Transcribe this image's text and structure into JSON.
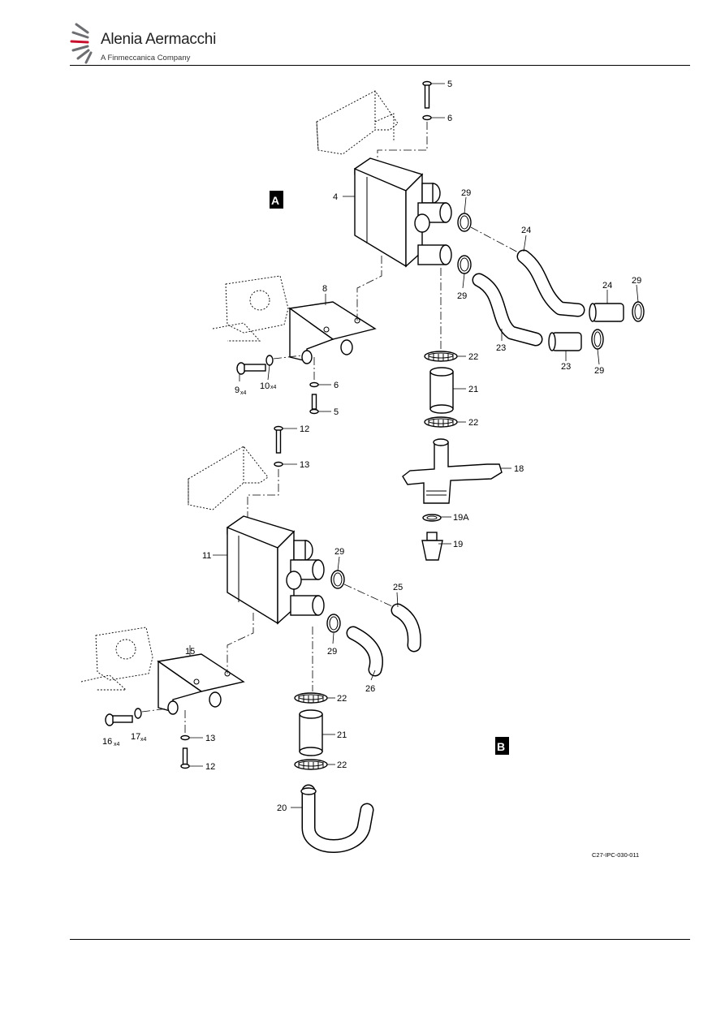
{
  "header": {
    "brand": "Alenia Aermacchi",
    "tagline": "A Finmeccanica Company"
  },
  "views": {
    "a": "A",
    "b": "B"
  },
  "figure_ref": "C27-IPC-030-011",
  "callouts": {
    "c5_top": "5",
    "c6_top": "6",
    "c4": "4",
    "c29_a1": "29",
    "c24_a": "24",
    "c24_b": "24",
    "c29_a2": "29",
    "c8": "8",
    "c29_a3": "29",
    "c23_a": "23",
    "c23_b": "23",
    "c29_a4": "29",
    "c22_a1": "22",
    "c21_a": "21",
    "c22_a2": "22",
    "c9": "9",
    "c10": "10",
    "c6_low": "6",
    "c5_low": "5",
    "c12_top": "12",
    "c13_top": "13",
    "c18": "18",
    "c19a": "19A",
    "c19": "19",
    "c11": "11",
    "c29_b1": "29",
    "c25": "25",
    "c29_b2": "29",
    "c26": "26",
    "c15": "15",
    "c22_b1": "22",
    "c21_b": "21",
    "c22_b2": "22",
    "c16": "16",
    "c17": "17",
    "c13_low": "13",
    "c12_low": "12",
    "c20": "20"
  },
  "quantities": {
    "q9": "x4",
    "q10": "x4",
    "q16": "x4",
    "q17": "x4"
  },
  "colors": {
    "ink": "#000000",
    "logo_red": "#c8102e",
    "logo_grey": "#6d6e71"
  }
}
